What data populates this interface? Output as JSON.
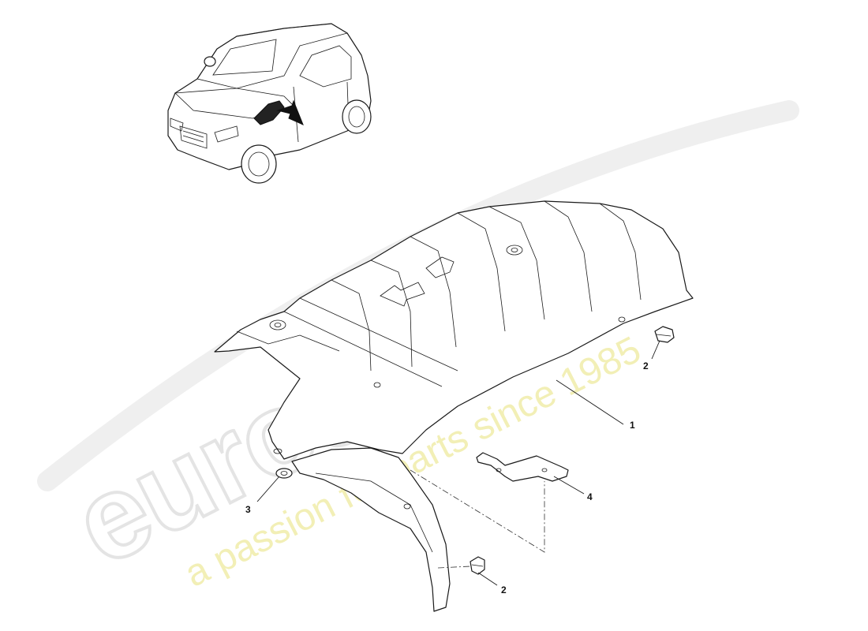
{
  "watermark": {
    "brand": "eurospares",
    "tagline": "a passion for parts since 1985",
    "color": "#e4e4e4",
    "tagline_color": "#f2efb6"
  },
  "callouts": {
    "part_1": "1",
    "part_2_upper": "2",
    "part_2_lower": "2",
    "part_3": "3",
    "part_4": "4"
  }
}
